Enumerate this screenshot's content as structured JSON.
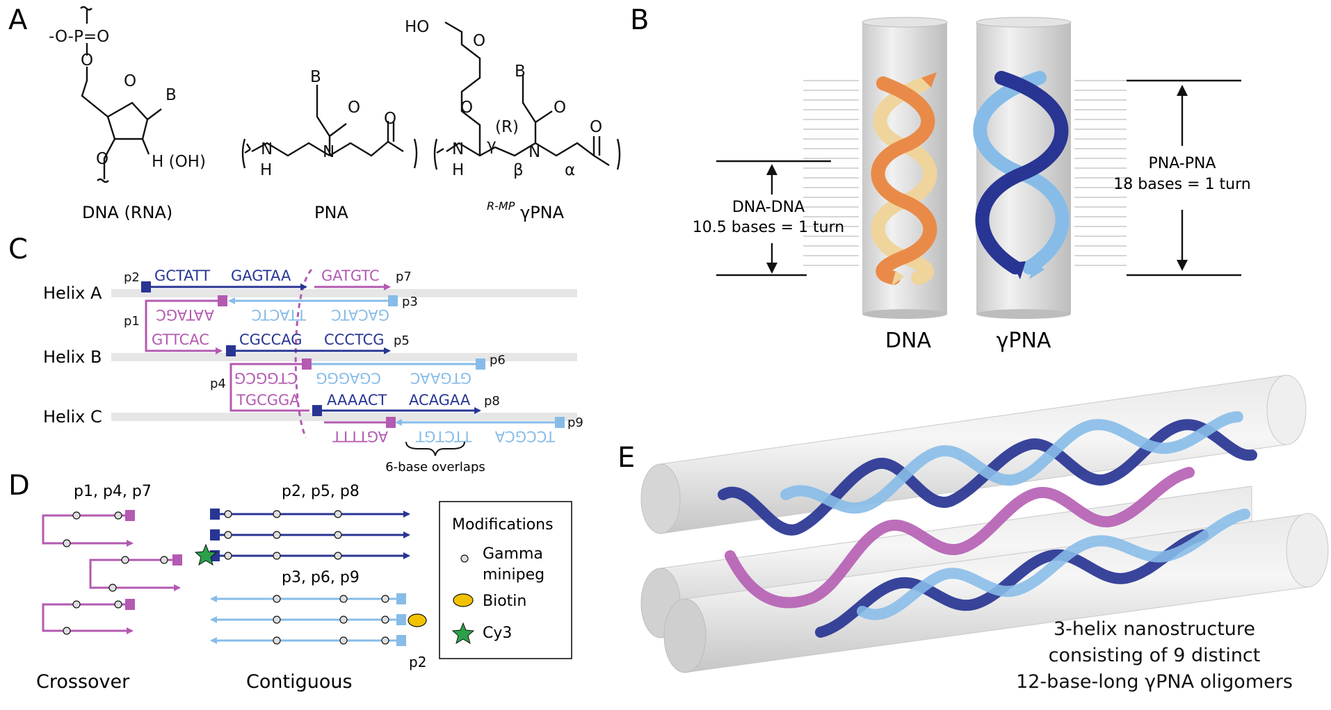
{
  "panels": {
    "A": "A",
    "B": "B",
    "C": "C",
    "D": "D",
    "E": "E"
  },
  "panel_a": {
    "dna_label": "DNA (RNA)",
    "pna_label": "PNA",
    "gpna_prefix": "R-MP",
    "gpna_main": "γPNA",
    "atoms": {
      "phosphate": "-O-P=O",
      "o_lower": "O",
      "o_upper": "O",
      "base": "B",
      "h_oh": "H (OH)",
      "o_ring": "O",
      "nh": "N",
      "h": "H",
      "o_carbonyl": "O",
      "ho": "HO",
      "o_ether": "O",
      "o_ether2": "O",
      "r": "(R)",
      "gamma": "γ",
      "beta": "β",
      "alpha": "α",
      "n_amide": "N"
    }
  },
  "panel_b": {
    "dna_label": "DNA",
    "gpna_label": "γPNA",
    "dna_dna_title": "DNA-DNA",
    "dna_turn": "10.5 bases = 1 turn",
    "pna_pna_title": "PNA-PNA",
    "pna_turn": "18 bases = 1 turn"
  },
  "panel_c": {
    "helices": [
      "Helix A",
      "Helix B",
      "Helix C"
    ],
    "sequences": {
      "a_top_1": "GCTATT",
      "a_top_2": "GAGTAA",
      "a_top_3": "GATGTC",
      "a_bot_1": "AATAGC",
      "a_bot_2": "TTACTC",
      "a_bot_3": "GACATC",
      "b_top_1": "GTTCAC",
      "b_top_2": "CGCCAG",
      "b_top_3": "CCCTCG",
      "b_bot_1": "CTGGCG",
      "b_bot_2": "CGAGGG",
      "b_bot_3": "GTGAAC",
      "c_top_1": "TGCGGA",
      "c_top_2": "AAAACT",
      "c_top_3": "ACAGAA",
      "c_bot_1": "AGTTTT",
      "c_bot_2": "TTCTGT",
      "c_bot_3": "TCCGCA"
    },
    "strands": {
      "p1": "p1",
      "p2": "p2",
      "p3": "p3",
      "p4": "p4",
      "p5": "p5",
      "p6": "p6",
      "p7": "p7",
      "p8": "p8",
      "p9": "p9"
    },
    "overlap_label": "6-base overlaps"
  },
  "panel_d": {
    "crossover_group": "p1, p4, p7",
    "contiguous_top_group": "p2, p5, p8",
    "contiguous_bottom_group": "p3, p6, p9",
    "crossover_label": "Crossover",
    "contiguous_label": "Contiguous",
    "p2_note": "p2",
    "legend_title": "Modifications",
    "legend_items": [
      "Gamma minipeg",
      "Biotin",
      "Cy3"
    ],
    "legend_gamma_line1": "Gamma",
    "legend_gamma_line2": "minipeg"
  },
  "panel_e": {
    "caption_line1": "3-helix nanostructure",
    "caption_line2": "consisting of 9 distinct",
    "caption_line3": "12-base-long γPNA oligomers"
  },
  "colors": {
    "dark_blue": "#283593",
    "light_blue": "#87bce8",
    "magenta": "#b35ab1",
    "orange": "#e98a48",
    "tan": "#efd49b",
    "gray_cylinder": "#d8d8d8",
    "helix_track": "#e6e6e6",
    "biotin": "#f2c200",
    "cy3": "#2aa14a"
  }
}
